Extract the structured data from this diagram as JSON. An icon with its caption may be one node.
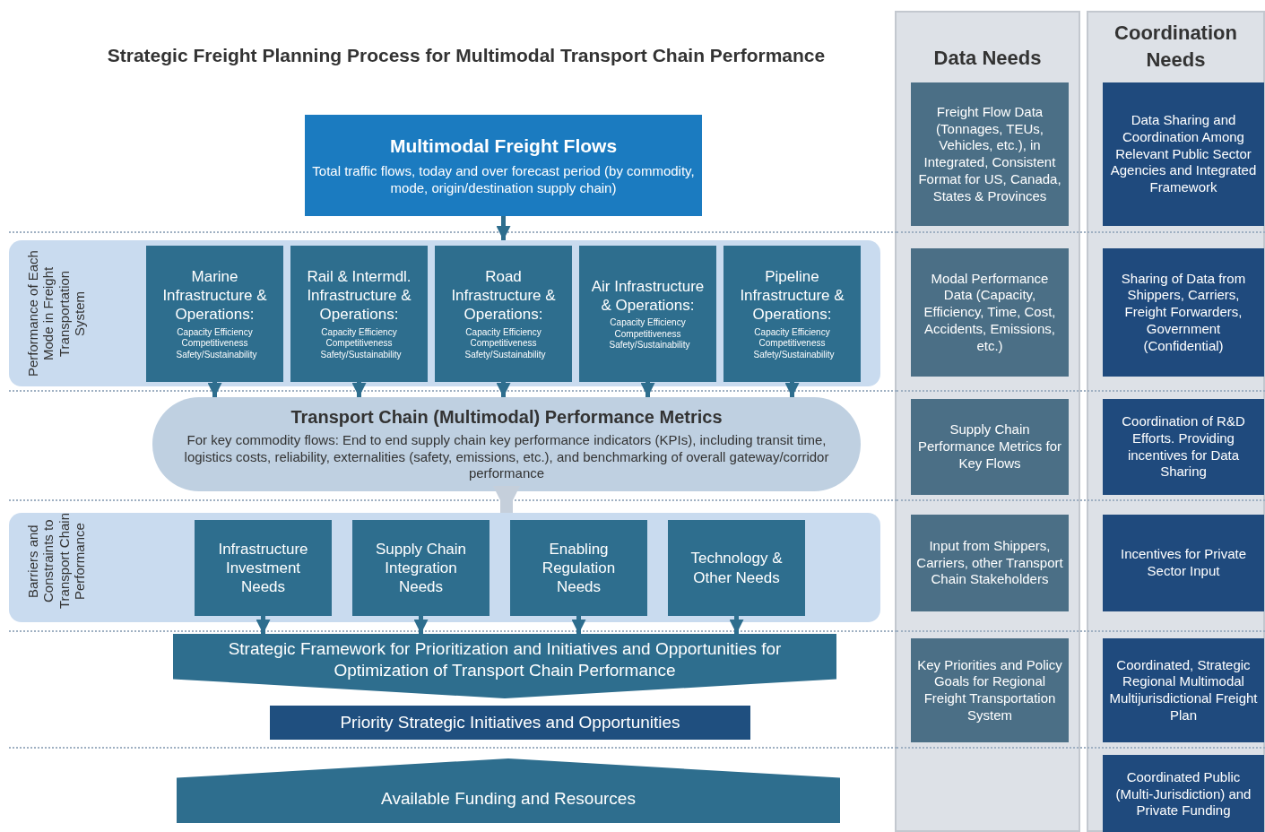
{
  "diagram": {
    "title": "Strategic Freight Planning Process for Multimodal Transport Chain Performance",
    "nodes": [
      {
        "text": [
          "Multimodal Freight Flows",
          "Total traffic flows, today and over forecast period (by commodity, mode, origin/destination supply chain)"
        ]
      },
      {
        "text": [
          "Performance of Each Mode in Freight Transportation System"
        ]
      },
      {
        "text": [
          "Marine Infrastructure & Operations:",
          "Capacity Efficiency Competitiveness Safety/Sustainability"
        ],
        "in": 1
      },
      {
        "text": [
          "Rail & Intermdl. Infrastructure & Operations:",
          "Capacity Efficiency Competitiveness Safety/Sustainability"
        ],
        "in": 1
      },
      {
        "text": [
          "Road Infrastructure & Operations:",
          "Capacity Efficiency Competitiveness Safety/Sustainability"
        ],
        "in": 1
      },
      {
        "text": [
          "Air Infrastructure & Operations:",
          "Capacity Efficiency Competitiveness Safety/Sustainability"
        ],
        "in": 1
      },
      {
        "text": [
          "Pipeline Infrastructure & Operations:",
          "Capacity Efficiency Competitiveness Safety/Sustainability"
        ],
        "in": 1
      },
      {
        "text": [
          "Transport Chain (Multimodal) Performance Metrics",
          "For key commodity flows: End to end supply chain key performance indicators (KPIs), including transit time, logistics costs, reliability, externalities (safety, emissions, etc.), and benchmarking of overall gateway/corridor performance"
        ]
      },
      {
        "text": [
          "Barriers and Constraints to Transport Chain Performance"
        ]
      },
      {
        "text": [
          "Infrastructure Investment Needs"
        ],
        "in": 8
      },
      {
        "text": [
          "Supply Chain Integration Needs"
        ],
        "in": 8
      },
      {
        "text": [
          "Enabling Regulation Needs"
        ],
        "in": 8
      },
      {
        "text": [
          "Technology & Other Needs"
        ],
        "in": 8
      },
      {
        "text": [
          "Strategic Framework for Prioritization and Initiatives and Opportunities for Optimization of Transport Chain Performance"
        ]
      },
      {
        "text": [
          "Priority Strategic Initiatives and Opportunities"
        ]
      },
      {
        "text": [
          "Available Funding and Resources"
        ]
      },
      {
        "text": [
          "Data Needs"
        ]
      },
      {
        "text": [
          "Freight Flow Data (Tonnages, TEUs, Vehicles, etc.), in Integrated, Consistent Format for US, Canada, States & Provinces"
        ],
        "in": 16
      },
      {
        "text": [
          "Modal Performance Data (Capacity, Efficiency, Time, Cost, Accidents, Emissions, etc.)"
        ],
        "in": 16
      },
      {
        "text": [
          "Supply Chain Performance Metrics for Key Flows"
        ],
        "in": 16
      },
      {
        "text": [
          "Input from Shippers, Carriers, other Transport Chain Stakeholders"
        ],
        "in": 16
      },
      {
        "text": [
          "Key Priorities and Policy Goals for Regional Freight Transportation System"
        ],
        "in": 16
      },
      {
        "text": [
          "Coordination Needs"
        ]
      },
      {
        "text": [
          "Data Sharing and Coordination Among Relevant Public Sector Agencies and Integrated Framework"
        ],
        "in": 22
      },
      {
        "text": [
          "Sharing of Data from Shippers, Carriers, Freight Forwarders, Government (Confidential)"
        ],
        "in": 22
      },
      {
        "text": [
          "Coordination of R&D Efforts. Providing incentives for Data Sharing"
        ],
        "in": 22
      },
      {
        "text": [
          "Incentives for Private Sector Input"
        ],
        "in": 22
      },
      {
        "text": [
          "Coordinated, Strategic Regional Multimodal Multijurisdictional Freight Plan"
        ],
        "in": 22
      },
      {
        "text": [
          "Coordinated Public (Multi-Jurisdiction) and Private Funding"
        ],
        "in": 22
      }
    ],
    "edges": [
      {
        "from": 0,
        "to": 1,
        "arrow": "to"
      },
      {
        "from": 2,
        "to": 7,
        "arrow": "to"
      },
      {
        "from": 3,
        "to": 7,
        "arrow": "to"
      },
      {
        "from": 4,
        "to": 7,
        "arrow": "to"
      },
      {
        "from": 5,
        "to": 7,
        "arrow": "to"
      },
      {
        "from": 6,
        "to": 7,
        "arrow": "to"
      },
      {
        "from": 7,
        "to": 8,
        "arrow": "to",
        "style": "thick",
        "color": "#c5cfdb"
      },
      {
        "from": 9,
        "to": 13,
        "arrow": "to"
      },
      {
        "from": 10,
        "to": 13,
        "arrow": "to"
      },
      {
        "from": 11,
        "to": 13,
        "arrow": "to"
      },
      {
        "from": 12,
        "to": 13,
        "arrow": "to"
      }
    ]
  }
}
